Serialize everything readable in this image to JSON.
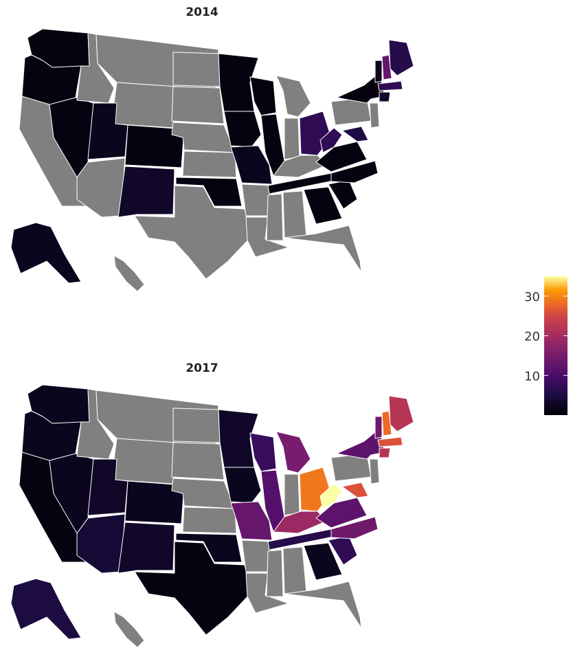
{
  "chart_data": [
    {
      "type": "choropleth",
      "title": "2014",
      "legend": {
        "position": "right",
        "ticks": [
          10,
          20,
          30
        ],
        "range": [
          0,
          35
        ]
      },
      "colors": {
        "missing": "#808080",
        "border": "#ffffff"
      },
      "regions": [
        {
          "name": "WA",
          "value": 1
        },
        {
          "name": "OR",
          "value": 1
        },
        {
          "name": "CA",
          "value": null
        },
        {
          "name": "NV",
          "value": 1
        },
        {
          "name": "ID",
          "value": null
        },
        {
          "name": "MT",
          "value": null
        },
        {
          "name": "WY",
          "value": null
        },
        {
          "name": "UT",
          "value": 2
        },
        {
          "name": "AZ",
          "value": null
        },
        {
          "name": "CO",
          "value": 1
        },
        {
          "name": "NM",
          "value": 3
        },
        {
          "name": "ND",
          "value": null
        },
        {
          "name": "SD",
          "value": null
        },
        {
          "name": "NE",
          "value": null
        },
        {
          "name": "KS",
          "value": null
        },
        {
          "name": "OK",
          "value": 1
        },
        {
          "name": "TX",
          "value": null
        },
        {
          "name": "MN",
          "value": 1
        },
        {
          "name": "IA",
          "value": 1
        },
        {
          "name": "MO",
          "value": 2
        },
        {
          "name": "AR",
          "value": null
        },
        {
          "name": "LA",
          "value": null
        },
        {
          "name": "WI",
          "value": 1
        },
        {
          "name": "IL",
          "value": 1
        },
        {
          "name": "MI",
          "value": null
        },
        {
          "name": "IN",
          "value": null
        },
        {
          "name": "OH",
          "value": 7
        },
        {
          "name": "KY",
          "value": null
        },
        {
          "name": "TN",
          "value": 1
        },
        {
          "name": "MS",
          "value": null
        },
        {
          "name": "AL",
          "value": null
        },
        {
          "name": "GA",
          "value": 1
        },
        {
          "name": "FL",
          "value": null
        },
        {
          "name": "SC",
          "value": 1
        },
        {
          "name": "NC",
          "value": 1
        },
        {
          "name": "VA",
          "value": 1
        },
        {
          "name": "WV",
          "value": 7
        },
        {
          "name": "MD",
          "value": 5
        },
        {
          "name": "PA",
          "value": null
        },
        {
          "name": "NY",
          "value": 1
        },
        {
          "name": "VT",
          "value": 2
        },
        {
          "name": "NH",
          "value": 13
        },
        {
          "name": "ME",
          "value": 6
        },
        {
          "name": "MA",
          "value": 7
        },
        {
          "name": "CT",
          "value": 3
        },
        {
          "name": "NJ",
          "value": null
        },
        {
          "name": "AK",
          "value": 2
        },
        {
          "name": "HI",
          "value": null
        }
      ]
    },
    {
      "type": "choropleth",
      "title": "2017",
      "legend": {
        "position": "right",
        "ticks": [
          10,
          20,
          30
        ],
        "range": [
          0,
          35
        ]
      },
      "colors": {
        "missing": "#808080",
        "border": "#ffffff"
      },
      "regions": [
        {
          "name": "WA",
          "value": 2
        },
        {
          "name": "OR",
          "value": 2
        },
        {
          "name": "CA",
          "value": 1
        },
        {
          "name": "NV",
          "value": 2
        },
        {
          "name": "ID",
          "value": null
        },
        {
          "name": "MT",
          "value": null
        },
        {
          "name": "WY",
          "value": null
        },
        {
          "name": "UT",
          "value": 3
        },
        {
          "name": "AZ",
          "value": 4
        },
        {
          "name": "CO",
          "value": 2
        },
        {
          "name": "NM",
          "value": 3
        },
        {
          "name": "ND",
          "value": null
        },
        {
          "name": "SD",
          "value": null
        },
        {
          "name": "NE",
          "value": null
        },
        {
          "name": "KS",
          "value": null
        },
        {
          "name": "OK",
          "value": 2
        },
        {
          "name": "TX",
          "value": 1
        },
        {
          "name": "MN",
          "value": 3
        },
        {
          "name": "IA",
          "value": 2
        },
        {
          "name": "MO",
          "value": 13
        },
        {
          "name": "AR",
          "value": null
        },
        {
          "name": "LA",
          "value": null
        },
        {
          "name": "WI",
          "value": 8
        },
        {
          "name": "IL",
          "value": 11
        },
        {
          "name": "MI",
          "value": 15
        },
        {
          "name": "IN",
          "value": null
        },
        {
          "name": "OH",
          "value": 29
        },
        {
          "name": "KY",
          "value": 19
        },
        {
          "name": "TN",
          "value": 6
        },
        {
          "name": "MS",
          "value": null
        },
        {
          "name": "AL",
          "value": null
        },
        {
          "name": "GA",
          "value": 2
        },
        {
          "name": "FL",
          "value": null
        },
        {
          "name": "SC",
          "value": 7
        },
        {
          "name": "NC",
          "value": 14
        },
        {
          "name": "VA",
          "value": 12
        },
        {
          "name": "WV",
          "value": 35
        },
        {
          "name": "MD",
          "value": 26
        },
        {
          "name": "PA",
          "value": null
        },
        {
          "name": "NY",
          "value": 12
        },
        {
          "name": "VT",
          "value": 14
        },
        {
          "name": "NH",
          "value": 28
        },
        {
          "name": "ME",
          "value": 22
        },
        {
          "name": "MA",
          "value": 26
        },
        {
          "name": "CT",
          "value": 22
        },
        {
          "name": "NJ",
          "value": null
        },
        {
          "name": "AK",
          "value": 5
        },
        {
          "name": "HI",
          "value": null
        }
      ]
    }
  ]
}
